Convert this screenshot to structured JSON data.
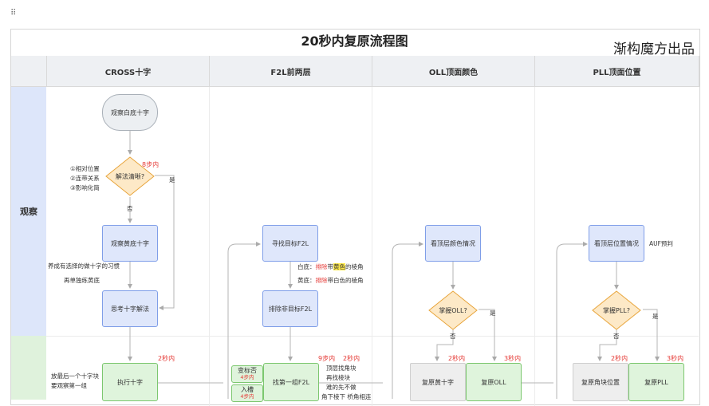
{
  "title": "20秒内复原流程图",
  "brand": "渐构魔方出品",
  "columns": [
    "CROSS十字",
    "F2L前两层",
    "OLL顶面颜色",
    "PLL顶面位置"
  ],
  "lanes": [
    "观察"
  ],
  "cross": {
    "start": "观察白底十字",
    "decision": "解法清晰?",
    "decision_limit": "8步内",
    "yes": "是",
    "no": "否",
    "hints": [
      "①相对位置",
      "②连带关系",
      "③影响化简"
    ],
    "observe_yellow": "观察黄底十字",
    "habit_note": "养成有选择的做十字的习惯",
    "yellow_note": "再单独练黄底",
    "think": "思考十字解法",
    "execute": "执行十字",
    "execute_limit": "2秒内",
    "last_note_1": "放最后一个十字块",
    "last_note_2": "要观察第一组"
  },
  "f2l": {
    "find": "寻找目标F2L",
    "white_label": "白底：",
    "white_exclude": "排除",
    "white_with": "带",
    "white_yellow": "黄色",
    "white_tail": "的棱角",
    "yellow_label": "黄底：",
    "yellow_exclude": "排除",
    "yellow_tail": "带白色的棱角",
    "exclude_non": "排除非目标F2L",
    "side1": "变标否",
    "side1_sub": "4步内",
    "side2": "入槽",
    "side2_sub": "4步内",
    "find_first": "找第一组F2L",
    "limit_a": "9步内",
    "limit_b": "2秒内",
    "notes": [
      "顶层找角块",
      "再找棱块",
      "难的先不做",
      "角下棱下 桥角相连"
    ]
  },
  "oll": {
    "see": "看顶层颜色情况",
    "decision": "掌握OLL?",
    "yes": "是",
    "no": "否",
    "grey": "复原黄十字",
    "grey_limit": "2秒内",
    "green": "复原OLL",
    "green_limit": "3秒内"
  },
  "pll": {
    "see": "看顶层位置情况",
    "auf": "AUF预判",
    "decision": "掌握PLL?",
    "yes": "是",
    "no": "否",
    "grey": "复原角块位置",
    "grey_limit": "2秒内",
    "green": "复原PLL",
    "green_limit": "3秒内"
  },
  "colors": {
    "header_bg": "#eef0f3",
    "lane_blue": "#dde6fa",
    "lane_green": "#dff2dc",
    "node_blue": "#dfe7fb",
    "node_green": "#dff4dc",
    "diamond": "#fde9c7",
    "red_text": "#e53935"
  }
}
